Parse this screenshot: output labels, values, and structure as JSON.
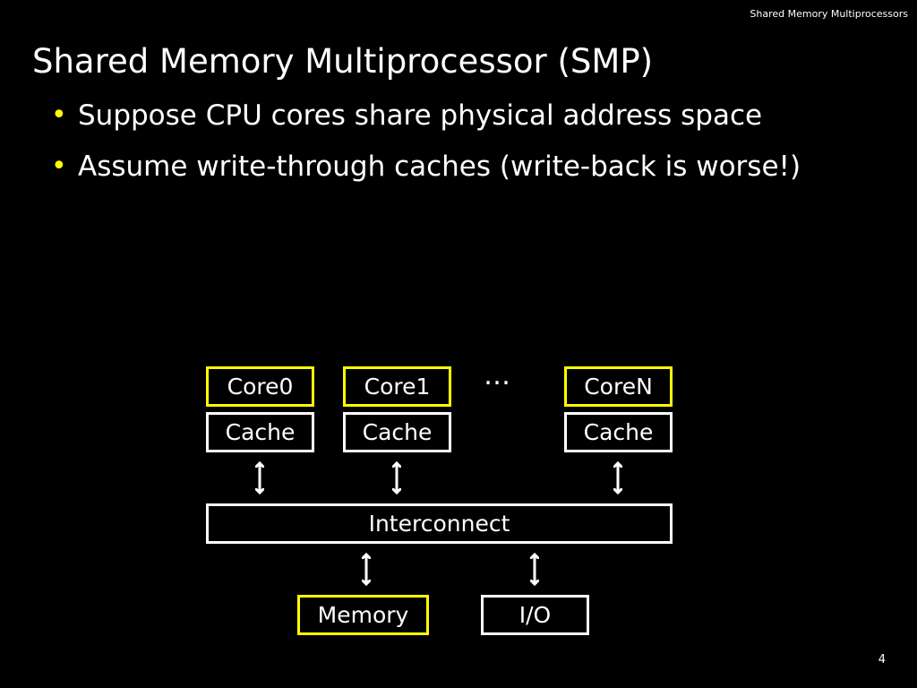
{
  "header": {
    "running_title": "Shared Memory Multiprocessors"
  },
  "slide": {
    "title": "Shared Memory Multiprocessor (SMP)",
    "bullets": [
      "Suppose CPU cores share physical address space",
      "Assume write-through caches (write-back is worse!)"
    ],
    "bullet_glyph": "•",
    "page_number": "4"
  },
  "diagram": {
    "cores": [
      {
        "core": "Core0",
        "cache": "Cache"
      },
      {
        "core": "Core1",
        "cache": "Cache"
      },
      {
        "core": "CoreN",
        "cache": "Cache"
      }
    ],
    "ellipsis": "…",
    "interconnect": "Interconnect",
    "memory": "Memory",
    "io": "I/O"
  },
  "colors": {
    "background": "#000000",
    "text": "#ffffff",
    "accent": "#ffff00"
  }
}
